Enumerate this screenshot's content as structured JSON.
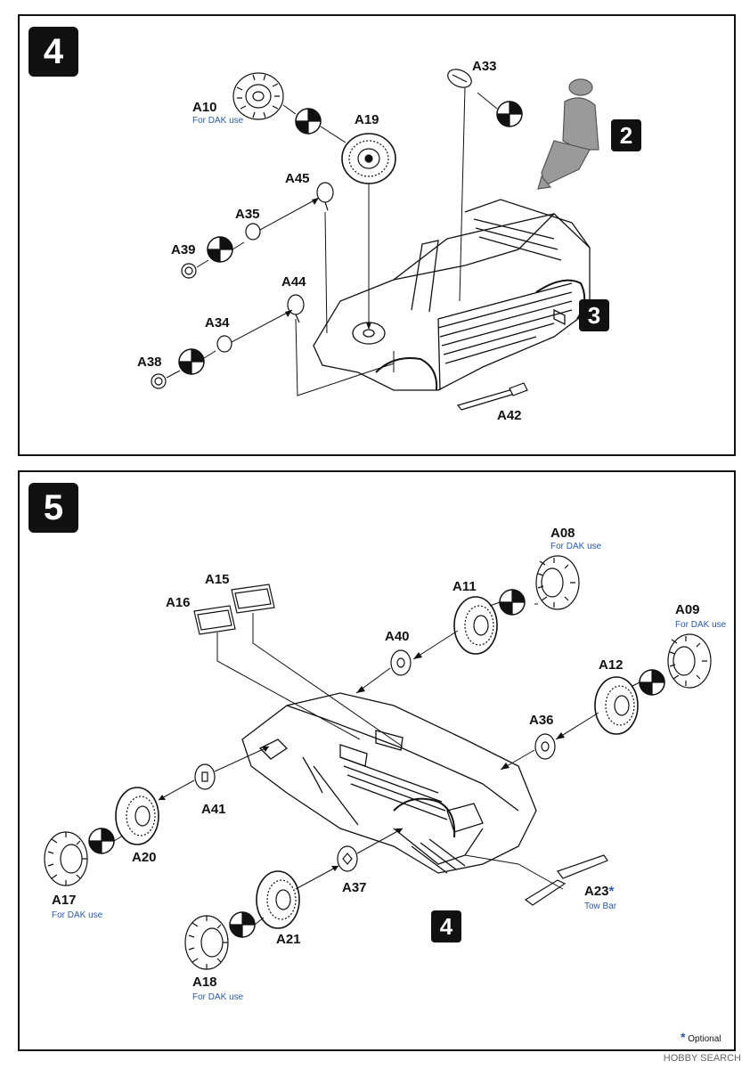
{
  "step4": {
    "number": "4",
    "figure_ref": "2",
    "subassembly_ref": "3",
    "parts": {
      "a10": "A10",
      "a10_note": "For DAK use",
      "a19": "A19",
      "a33": "A33",
      "a45": "A45",
      "a35": "A35",
      "a39": "A39",
      "a44": "A44",
      "a34": "A34",
      "a38": "A38",
      "a42": "A42"
    }
  },
  "step5": {
    "number": "5",
    "subassembly_ref": "4",
    "parts": {
      "a08": "A08",
      "a08_note": "For DAK use",
      "a15": "A15",
      "a16": "A16",
      "a11": "A11",
      "a09": "A09",
      "a09_note": "For DAK use",
      "a40": "A40",
      "a12": "A12",
      "a36": "A36",
      "a41": "A41",
      "a20": "A20",
      "a17": "A17",
      "a17_note": "For DAK use",
      "a37": "A37",
      "a23": "A23",
      "a23_note": "Tow Bar",
      "a23_star": "*",
      "a21": "A21",
      "a18": "A18",
      "a18_note": "For DAK use"
    },
    "legend": {
      "star": "*",
      "text": "Optional"
    }
  },
  "watermark": "HOBBY SEARCH",
  "colors": {
    "ink": "#111111",
    "note_blue": "#2a5aa8"
  }
}
